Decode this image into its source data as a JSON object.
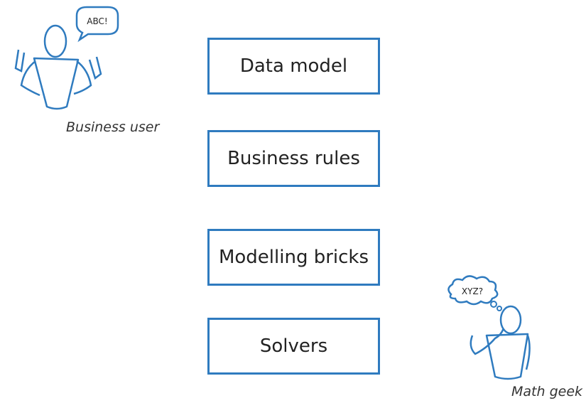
{
  "layers": [
    {
      "label": "Data model"
    },
    {
      "label": "Business rules"
    },
    {
      "label": "Modelling bricks"
    },
    {
      "label": "Solvers"
    }
  ],
  "business_user": {
    "caption": "Business user",
    "speech": "ABC!"
  },
  "math_geek": {
    "caption": "Math geek",
    "thought": "XYZ?"
  },
  "colors": {
    "stroke": "#2f7bbf",
    "text": "#222222"
  }
}
